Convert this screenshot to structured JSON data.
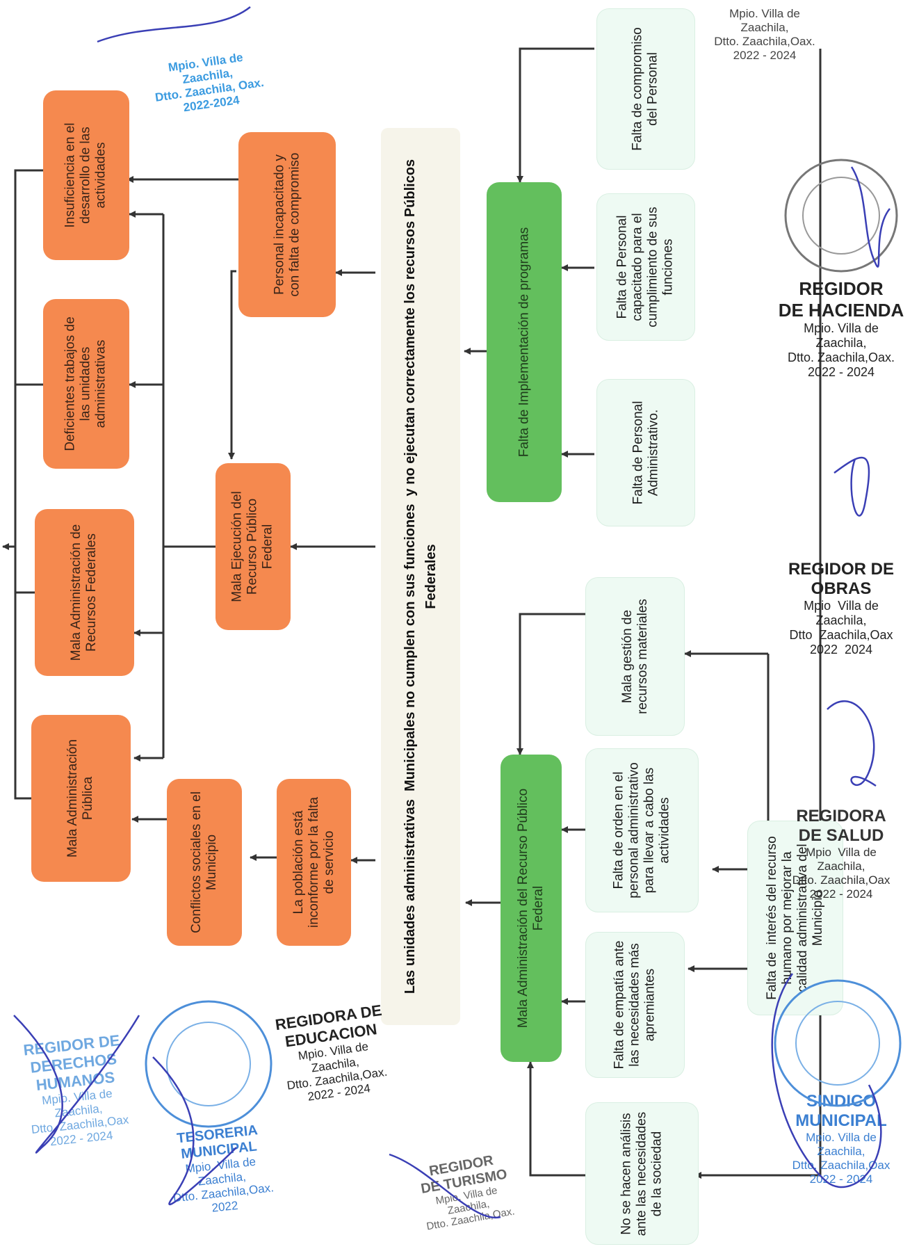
{
  "colors": {
    "effect": "#f5894f",
    "problem": "#63bf5d",
    "cause": "#eefaf3",
    "central": "#f6f4ea",
    "arrow": "#333333"
  },
  "central_problem": "Las unidades administrativas  Municipales no cumplen con sus funciones  y no ejecutan correctamente los recursos Públicos\nFederales",
  "problems": {
    "top": "Falta de Implementación de programas",
    "bottom": "Mala Administración del Recurso Público\nFederal"
  },
  "causes": {
    "compromiso": "Falta de compromiso\ndel Personal",
    "capacitado": "Falta de Personal\ncapacitado para el\ncumplimiento de sus\nfunciones",
    "administrativo": "Falta de Personal\nAdministrativo.",
    "materiales": "Mala gestión de\nrecursos materiales",
    "orden": "Falta de orden en el\npersonal administrativo\npara llevar a cabo las\nactividades",
    "interes": "Falta de  interés del recurso\nhumano por mejorar la\ncalidad administrativa del\nMunicipio",
    "empatia": "Falta de empatía ante\nlas necesidades más\napremiantes",
    "analisis": "No se hacen análisis\nante las necesidades\nde la sociedad"
  },
  "effects": {
    "personal": "Personal incapacitado y\ncon falta de compromiso",
    "ejecucion": "Mala Ejecución del\nRecurso Público\nFederal",
    "poblacion": "La población está\ninconforme por la falta\nde servicio",
    "conflictos": "Conflictos sociales en el\nMunicipio",
    "insuficiencia": "Insuficiencia en el\ndesarrollo de las\nactividades",
    "deficientes": "Deficientes trabajos de\nlas unidades\nadministrativas",
    "mala_recursos": "Mala Administración de\nRecursos Federales",
    "mala_publica": "Mala Administración\nPública"
  },
  "seals": {
    "hacienda": {
      "title": "REGIDOR\nDE HACIENDA",
      "body": "Mpio. Villa de\nZaachila,\nDtto. Zaachila,Oax.\n2022 - 2024"
    },
    "obras": {
      "title": "REGIDOR DE\nOBRAS",
      "body": "Mpio  Villa de\nZaachila,\nDtto  Zaachila,Oax\n2022  2024"
    },
    "salud": {
      "title": "REGIDORA\nDE SALUD",
      "body": "Mpio  Villa de\nZaachila,\nDtto. Zaachila,Oax\n2022 - 2024"
    },
    "sindico": {
      "title": "SINDICO\nMUNICIPAL",
      "body": "Mpio. Villa de\nZaachila,\nDtto. Zaachila,Oax\n2022 - 2024"
    },
    "educacion": {
      "title": "REGIDORA DE\nEDUCACION",
      "body": "Mpio. Villa de\nZaachila,\nDtto. Zaachila,Oax.\n2022 - 2024"
    },
    "turismo": {
      "title": "REGIDOR\nDE TURISMO",
      "body": "Mpio. Villa de\nZaachila,\nDtto. Zaachila,Oax."
    },
    "tesoreria": {
      "title": "TESORERIA\nMUNICIPAL",
      "body": "Mpio. Villa de\nZaachila,\nDtto. Zaachila,Oax.\n2022"
    },
    "derechos": {
      "title": "REGIDOR DE\nDERECHOS\nHUMANOS",
      "body": "Mpio. Villa de\nZaachila,\nDtto. Zaachila,Oax\n2022 - 2024"
    },
    "top_left": {
      "title": "",
      "body": "Mpio. Villa de\nZaachila,\nDtto. Zaachila, Oax.\n2022-2024"
    },
    "top_right": {
      "title": "",
      "body": "Mpio. Villa de\nZaachila,\nDtto. Zaachila,Oax.\n2022 - 2024"
    }
  }
}
